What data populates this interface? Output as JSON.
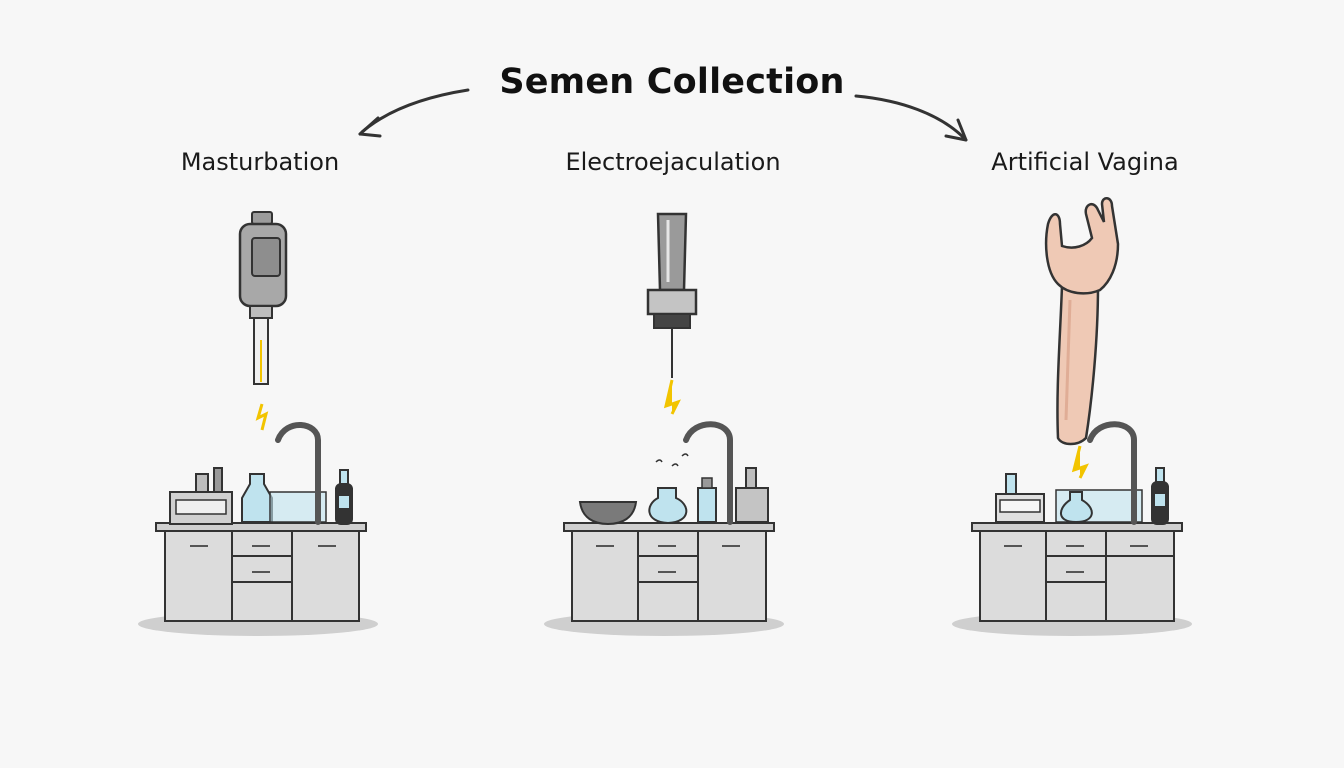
{
  "title": "Semen Collection",
  "methods": [
    {
      "label": "Masturbation",
      "illustration": "bottle-dispenser-icon"
    },
    {
      "label": "Electroejaculation",
      "illustration": "probe-device-icon"
    },
    {
      "label": "Artificial Vagina",
      "illustration": "hand-arm-icon"
    }
  ],
  "colors": {
    "background": "#f7f7f7",
    "outline": "#333333",
    "cabinet": "#d9d9d9",
    "water": "#bfe3ee",
    "spark": "#f2c400",
    "skin": "#efc9b5"
  }
}
